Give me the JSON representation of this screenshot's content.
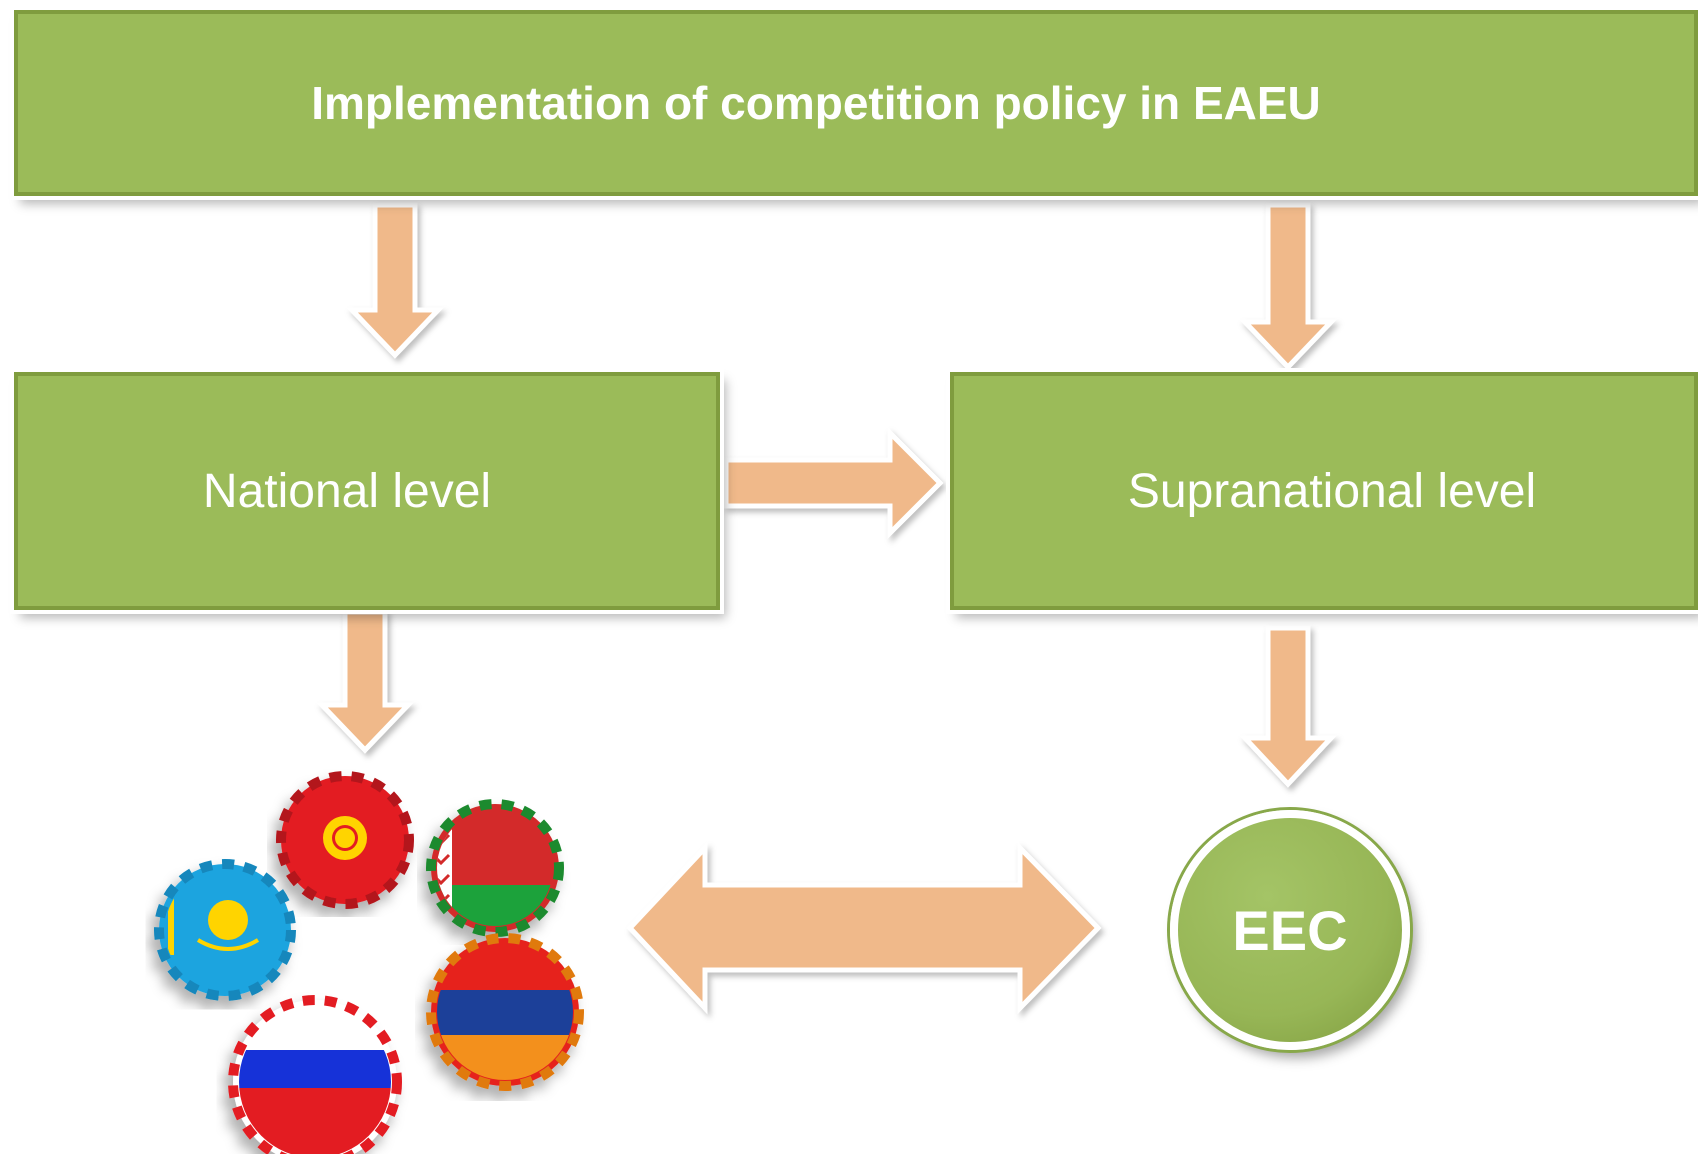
{
  "diagram": {
    "top_box": {
      "label": "Implementation of competition policy in EAEU"
    },
    "national_box": {
      "label": "National level"
    },
    "supranational_box": {
      "label": "Supranational level"
    },
    "eec_node": {
      "label": "EEC"
    },
    "gears_image": {
      "flags": [
        "Kyrgyzstan",
        "Belarus",
        "Kazakhstan",
        "Armenia",
        "Russia"
      ]
    }
  },
  "colors": {
    "box_fill": "#9bbb59",
    "box_border": "#7f9c3e",
    "arrow_fill": "#f0b98a",
    "text": "#ffffff"
  }
}
